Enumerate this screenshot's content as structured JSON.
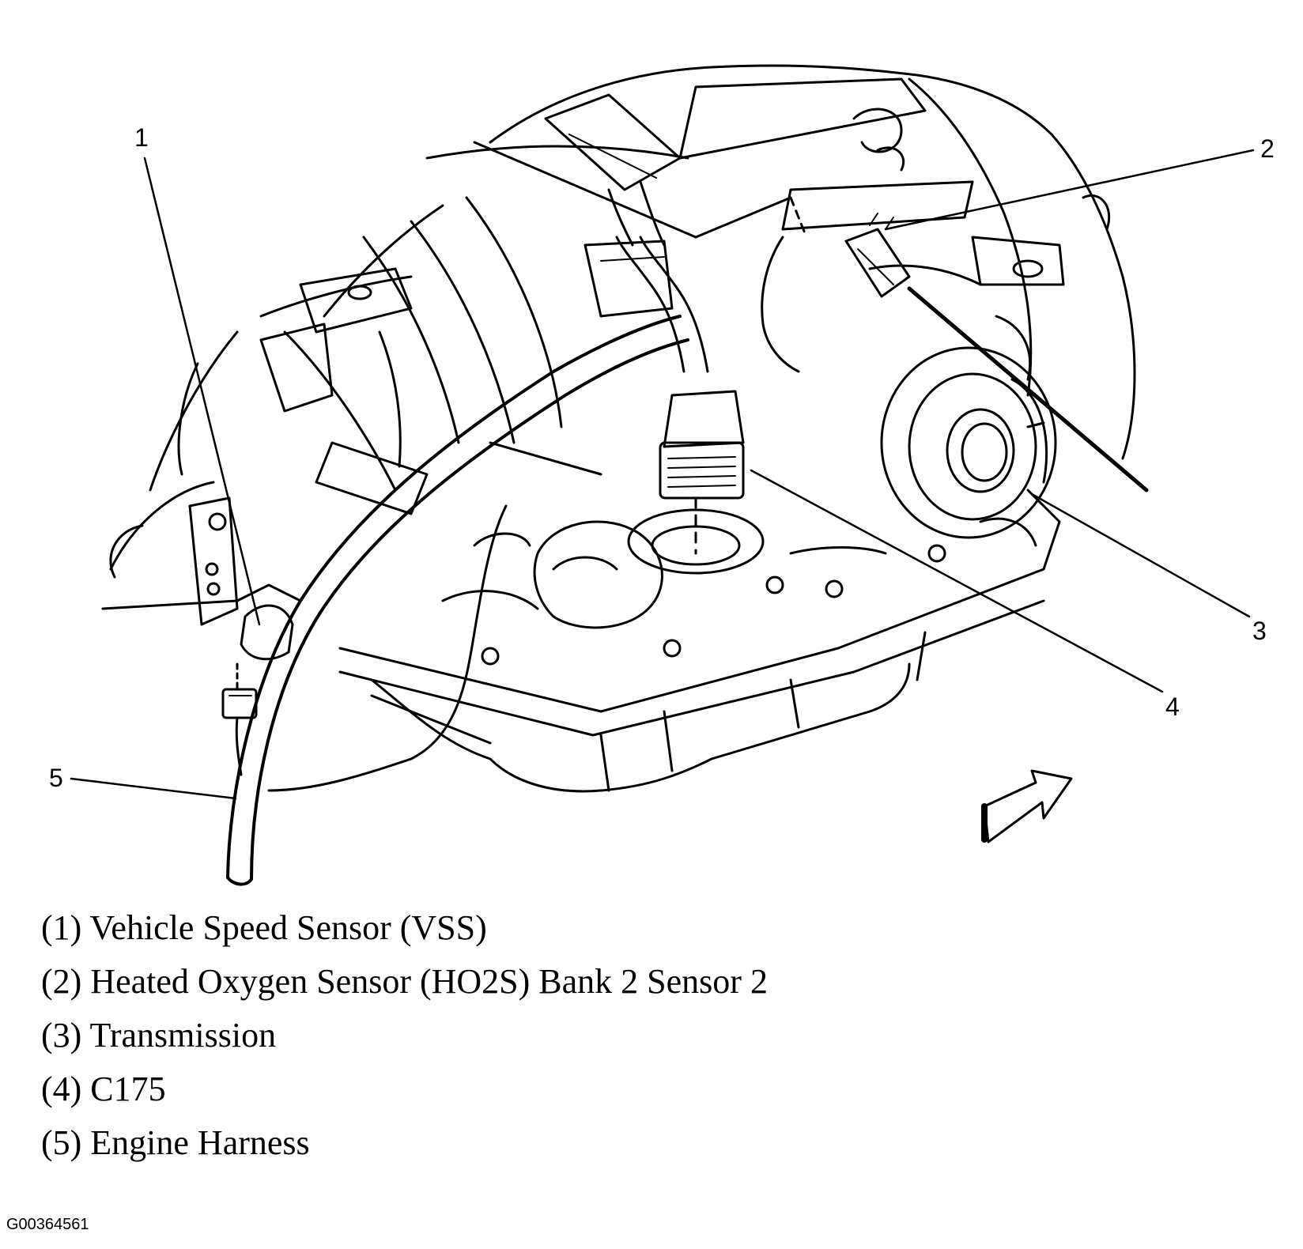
{
  "callouts": [
    "1",
    "2",
    "3",
    "4",
    "5"
  ],
  "legend": [
    "(1) Vehicle Speed Sensor (VSS)",
    "(2) Heated Oxygen Sensor (HO2S) Bank 2 Sensor 2",
    "(3) Transmission",
    "(4) C175",
    "(5) Engine Harness"
  ],
  "figure_id": "G00364561",
  "colors": {
    "line": "#000000",
    "background": "#ffffff"
  }
}
